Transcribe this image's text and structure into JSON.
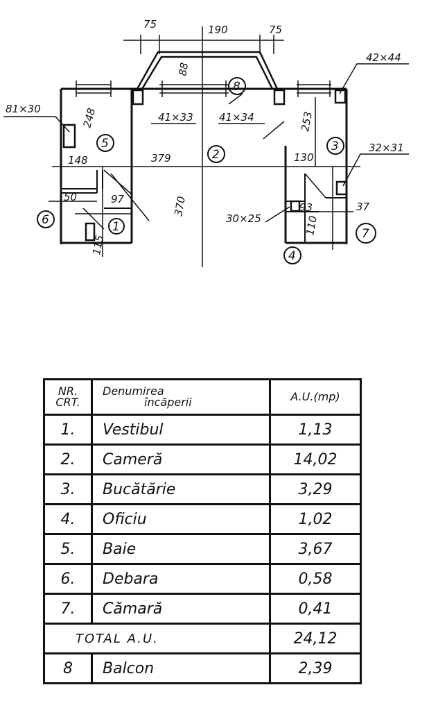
{
  "plan": {
    "dimensions": {
      "top_left": "75",
      "top_middle": "190",
      "top_right": "75",
      "balcony_depth": "88",
      "bath_height": "248",
      "room_width": "379",
      "room_height": "370",
      "left_strip": "148",
      "kitchen_width": "130",
      "kitchen_height": "253",
      "debara_width": "50",
      "vestibul_width": "97",
      "vestibul_height": "115",
      "oficiu_width": "93",
      "oficiu_height": "110",
      "camara_width": "37"
    },
    "openings": {
      "bath_window": "81×30",
      "kitchen_window": "42×44",
      "room_window_left": "41×33",
      "room_window_right": "41×34",
      "kitchen_niche": "32×31",
      "oficiu_niche": "30×25"
    },
    "room_numbers": [
      "1",
      "2",
      "3",
      "4",
      "5",
      "6",
      "7",
      "8"
    ]
  },
  "table": {
    "headers": {
      "nr_line1": "NR.",
      "nr_line2": "CRT.",
      "name_line1": "Denumirea",
      "name_line2": "încăperii",
      "area": "A.U.(mp)"
    },
    "rows": [
      {
        "nr": "1.",
        "name": "Vestibul",
        "area": "1,13"
      },
      {
        "nr": "2.",
        "name": "Cameră",
        "area": "14,02"
      },
      {
        "nr": "3.",
        "name": "Bucătărie",
        "area": "3,29"
      },
      {
        "nr": "4.",
        "name": "Oficiu",
        "area": "1,02"
      },
      {
        "nr": "5.",
        "name": "Baie",
        "area": "3,67"
      },
      {
        "nr": "6.",
        "name": "Debara",
        "area": "0,58"
      },
      {
        "nr": "7.",
        "name": "Cămară",
        "area": "0,41"
      }
    ],
    "total": {
      "label": "TOTAL A.U.",
      "area": "24,12"
    },
    "balcony": {
      "nr": "8",
      "name": "Balcon",
      "area": "2,39"
    }
  }
}
